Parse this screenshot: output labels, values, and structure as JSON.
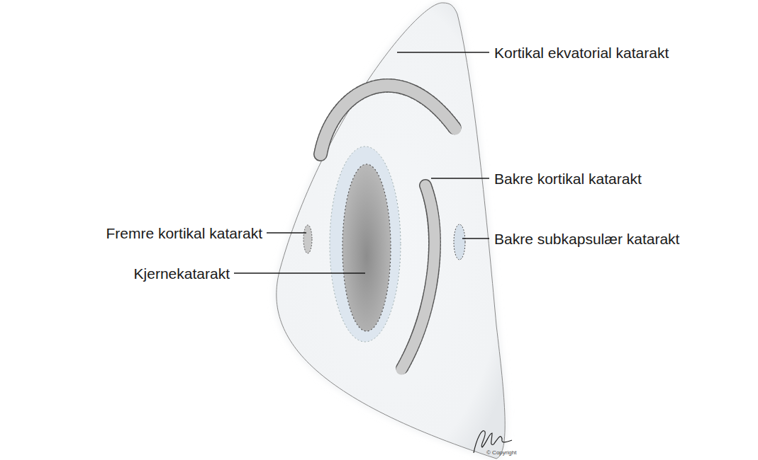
{
  "diagram": {
    "labels": [
      "Kortikal ekvatorial katarakt",
      "Bakre kortikal katarakt",
      "Fremre kortikal katarakt",
      "Bakre subkapsulær katarakt",
      "Kjernekatarakt",
      "© Copyright"
    ]
  }
}
